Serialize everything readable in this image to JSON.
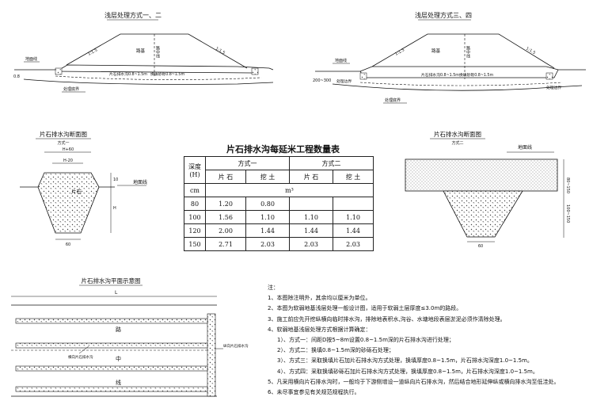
{
  "top_left": {
    "title": "浅层处理方式一、二",
    "road_label": "路基",
    "center_label": "路中线",
    "slope_label": "1:1.5",
    "ground_label": "地面线",
    "depth_label": "0.8",
    "drain_label": "片石排水沟0.8~1.5m",
    "replace_label": "换填砂砾0.8~1.5m",
    "lower_label": "处理底界"
  },
  "top_right": {
    "title": "浅层处理方式三、四",
    "road_label": "路基",
    "center_label": "路中线",
    "slope_label": "1:1.5",
    "ground_label": "地面线",
    "depth_label": "200~300",
    "drain_label": "片石排水沟0.8~1.5m",
    "replace_label": "换填砂砾0.8~1.5m",
    "lower_label": "处理底界",
    "extra_label": "处理边界"
  },
  "section_left": {
    "title": "片石排水沟断面图",
    "subtitle": "方式一",
    "top_width": "H+60",
    "inner_width": "H-20",
    "fill_label": "片石",
    "ground_label": "地面线",
    "bottom_width": "60",
    "dim_top": "10",
    "dim_h": "H"
  },
  "section_right": {
    "title": "片石排水沟断面图",
    "subtitle": "方式二",
    "ground_label": "地面线",
    "bottom_width": "60",
    "dim_1": "80~150",
    "dim_2": "100~150"
  },
  "table": {
    "title": "片石排水沟每延米工程数量表",
    "col_depth": "深度(H)",
    "unit_cm": "cm",
    "unit_m3": "m³",
    "mode1": "方式一",
    "mode2": "方式二",
    "stone": "片 石",
    "dig": "挖 土",
    "rows": [
      [
        "80",
        "1.20",
        "0.80",
        "",
        ""
      ],
      [
        "100",
        "1.56",
        "1.10",
        "1.10",
        "1.10"
      ],
      [
        "120",
        "2.00",
        "1.44",
        "1.44",
        "1.44"
      ],
      [
        "150",
        "2.71",
        "2.03",
        "2.03",
        "2.03"
      ]
    ]
  },
  "plan": {
    "title": "片石排水沟平面示意图",
    "length_label": "L",
    "road_chars": [
      "路",
      "中",
      "线"
    ],
    "drain_label": "横向片石排水沟",
    "long_drain_label": "纵向片石排水沟"
  },
  "notes": {
    "heading": "注：",
    "items": [
      "1、本图除注明外，其余均以厘米为单位。",
      "2、本图为软弱地基浅层处理一般设计图，适用于软弱土层厚度≤3.0m的路段。",
      "3、施工前应先开挖纵横向临时排水沟，排除地表积水,沟谷、水塘地段表层淤泥必须作清除处理。",
      "4、软弱地基浅层处理方式根据计算确定：",
      "1）、方式一：间距D按5~8m设置0.8~1.5m深的片石排水沟进行处理；",
      "2）、方式二：换填0.8~1.5m深的砂砾石处理；",
      "3）、方式三：采取换填片石加片石排水沟方式处理，换填厚度0.8~1.5m，片石排水沟深度1.0~1.5m。",
      "4）、方式四：采取换填砂砾石加片石排水沟方式处理，换填厚度0.8~1.5m，片石排水沟深度1.0~1.5m。",
      "5、凡采用横向片石排水沟时，一般均于下游侧增设一道纵向片石排水沟，然后结合地形延伸纵或横向排水沟至低洼处。",
      "6、未尽事宜参见有关规范规程执行。"
    ]
  }
}
